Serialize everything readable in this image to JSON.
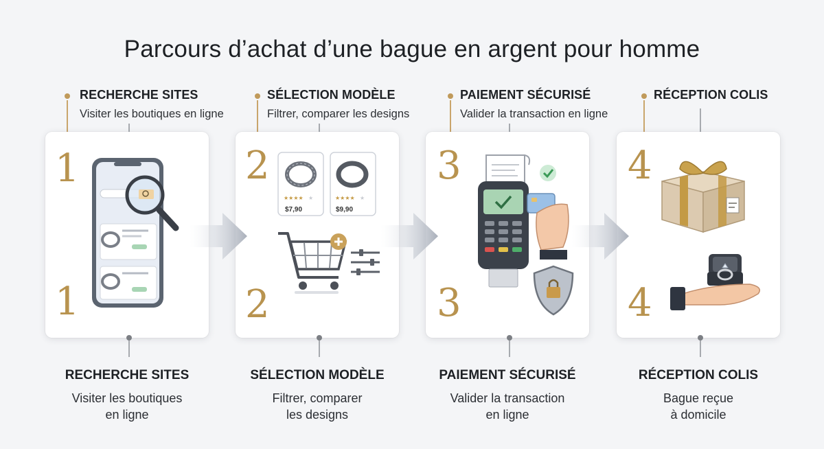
{
  "title": "Parcours d’achat d’une bague en argent pour homme",
  "steps": [
    {
      "number": "1",
      "title": "RECHERCHE SITES",
      "subtitle": "Visiter les boutiques en ligne",
      "bottom_line1": "Visiter les boutiques",
      "bottom_line2": "en ligne"
    },
    {
      "number": "2",
      "title": "SÉLECTION MODÈLE",
      "subtitle": "Filtrer, comparer les designs",
      "bottom_line1": "Filtrer, comparer",
      "bottom_line2": "les designs",
      "price_a": "$7,90",
      "price_b": "$9,90"
    },
    {
      "number": "3",
      "title": "PAIEMENT SÉCURISÉ",
      "subtitle": "Valider la transaction en ligne",
      "bottom_line1": "Valider la transaction",
      "bottom_line2": "en ligne"
    },
    {
      "number": "4",
      "title": "RÉCEPTION COLIS",
      "subtitle": "",
      "bottom_line1": "Bague reçue",
      "bottom_line2": "à domicile"
    }
  ],
  "colors": {
    "gold": "#b8934f",
    "card": "#ffffff",
    "background": "#f4f5f7",
    "arrow": "#b9bec8"
  },
  "icons": [
    "smartphone-icon",
    "magnifier-icon",
    "ring-icon",
    "shopping-cart-icon",
    "plus-icon",
    "filter-sliders-icon",
    "payment-terminal-icon",
    "receipt-icon",
    "check-icon",
    "credit-card-icon",
    "shield-lock-icon",
    "gift-box-icon",
    "ring-box-icon",
    "hand-icon"
  ]
}
